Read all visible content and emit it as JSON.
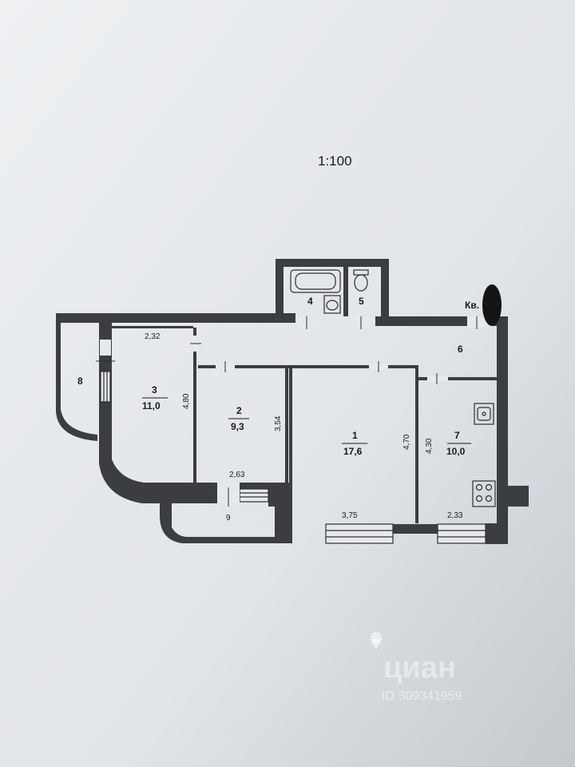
{
  "scale": "1:100",
  "corner_note": "Кв.",
  "rooms": [
    {
      "id": "1",
      "number": "1",
      "area": "17,6"
    },
    {
      "id": "2",
      "number": "2",
      "area": "9,3"
    },
    {
      "id": "3",
      "number": "3",
      "area": "11,0"
    },
    {
      "id": "4",
      "number": "4"
    },
    {
      "id": "5",
      "number": "5"
    },
    {
      "id": "6",
      "number": "6"
    },
    {
      "id": "7",
      "number": "7",
      "area": "10,0"
    },
    {
      "id": "8",
      "number": "8"
    },
    {
      "id": "9",
      "number": "9"
    }
  ],
  "dimensions": {
    "room3_top": "2,32",
    "room3_side": "4,80",
    "room2_side": "3,54",
    "room2_bottom": "2,63",
    "room1_side": "4,70",
    "room1_bottom": "3,75",
    "room7_side": "4,30",
    "room7_bottom": "2,33"
  },
  "watermark": {
    "brand": "циан",
    "id": "ID 309341959"
  },
  "colors": {
    "paper": "#e6e8eb",
    "wall": "#3b3d41",
    "line": "#2c2e31"
  }
}
